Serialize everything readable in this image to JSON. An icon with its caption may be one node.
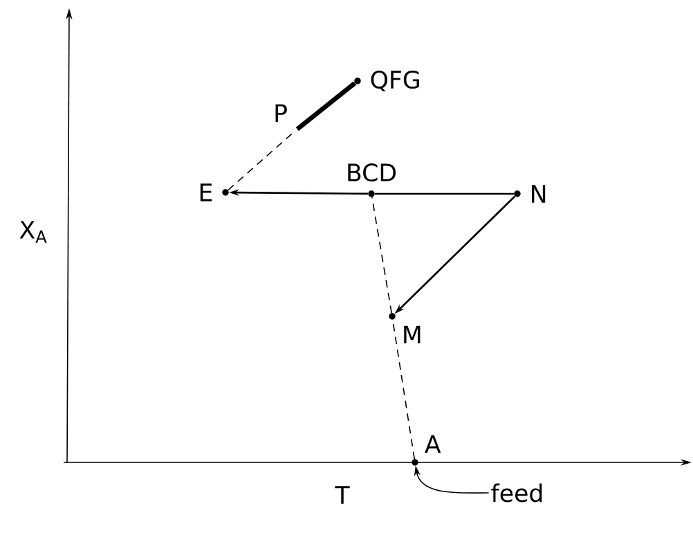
{
  "diagram": {
    "nodes": [
      {
        "text": [
          "QFG"
        ]
      },
      {
        "text": [
          "P"
        ]
      },
      {
        "text": [
          "BCD"
        ]
      },
      {
        "text": [
          "E"
        ]
      },
      {
        "text": [
          "N"
        ]
      },
      {
        "text": [
          "M"
        ]
      },
      {
        "text": [
          "A"
        ]
      },
      {
        "text": [
          "feed"
        ]
      }
    ],
    "edges": [
      {
        "from": 6,
        "to": 5,
        "arrow": "none",
        "style": "dashed"
      },
      {
        "from": 5,
        "to": 2,
        "arrow": "none",
        "style": "dashed"
      },
      {
        "from": 2,
        "to": 4,
        "arrow": "none"
      },
      {
        "from": 4,
        "to": 5,
        "arrow": "to"
      },
      {
        "from": 2,
        "to": 3,
        "arrow": "to"
      },
      {
        "from": 3,
        "to": 1,
        "arrow": "none",
        "style": "dashed"
      },
      {
        "from": 1,
        "to": 0,
        "arrow": "none",
        "style": "thick"
      },
      {
        "from": 7,
        "to": 6,
        "arrow": "to"
      }
    ],
    "labels": [
      "X$_{A}$",
      "T"
    ]
  }
}
